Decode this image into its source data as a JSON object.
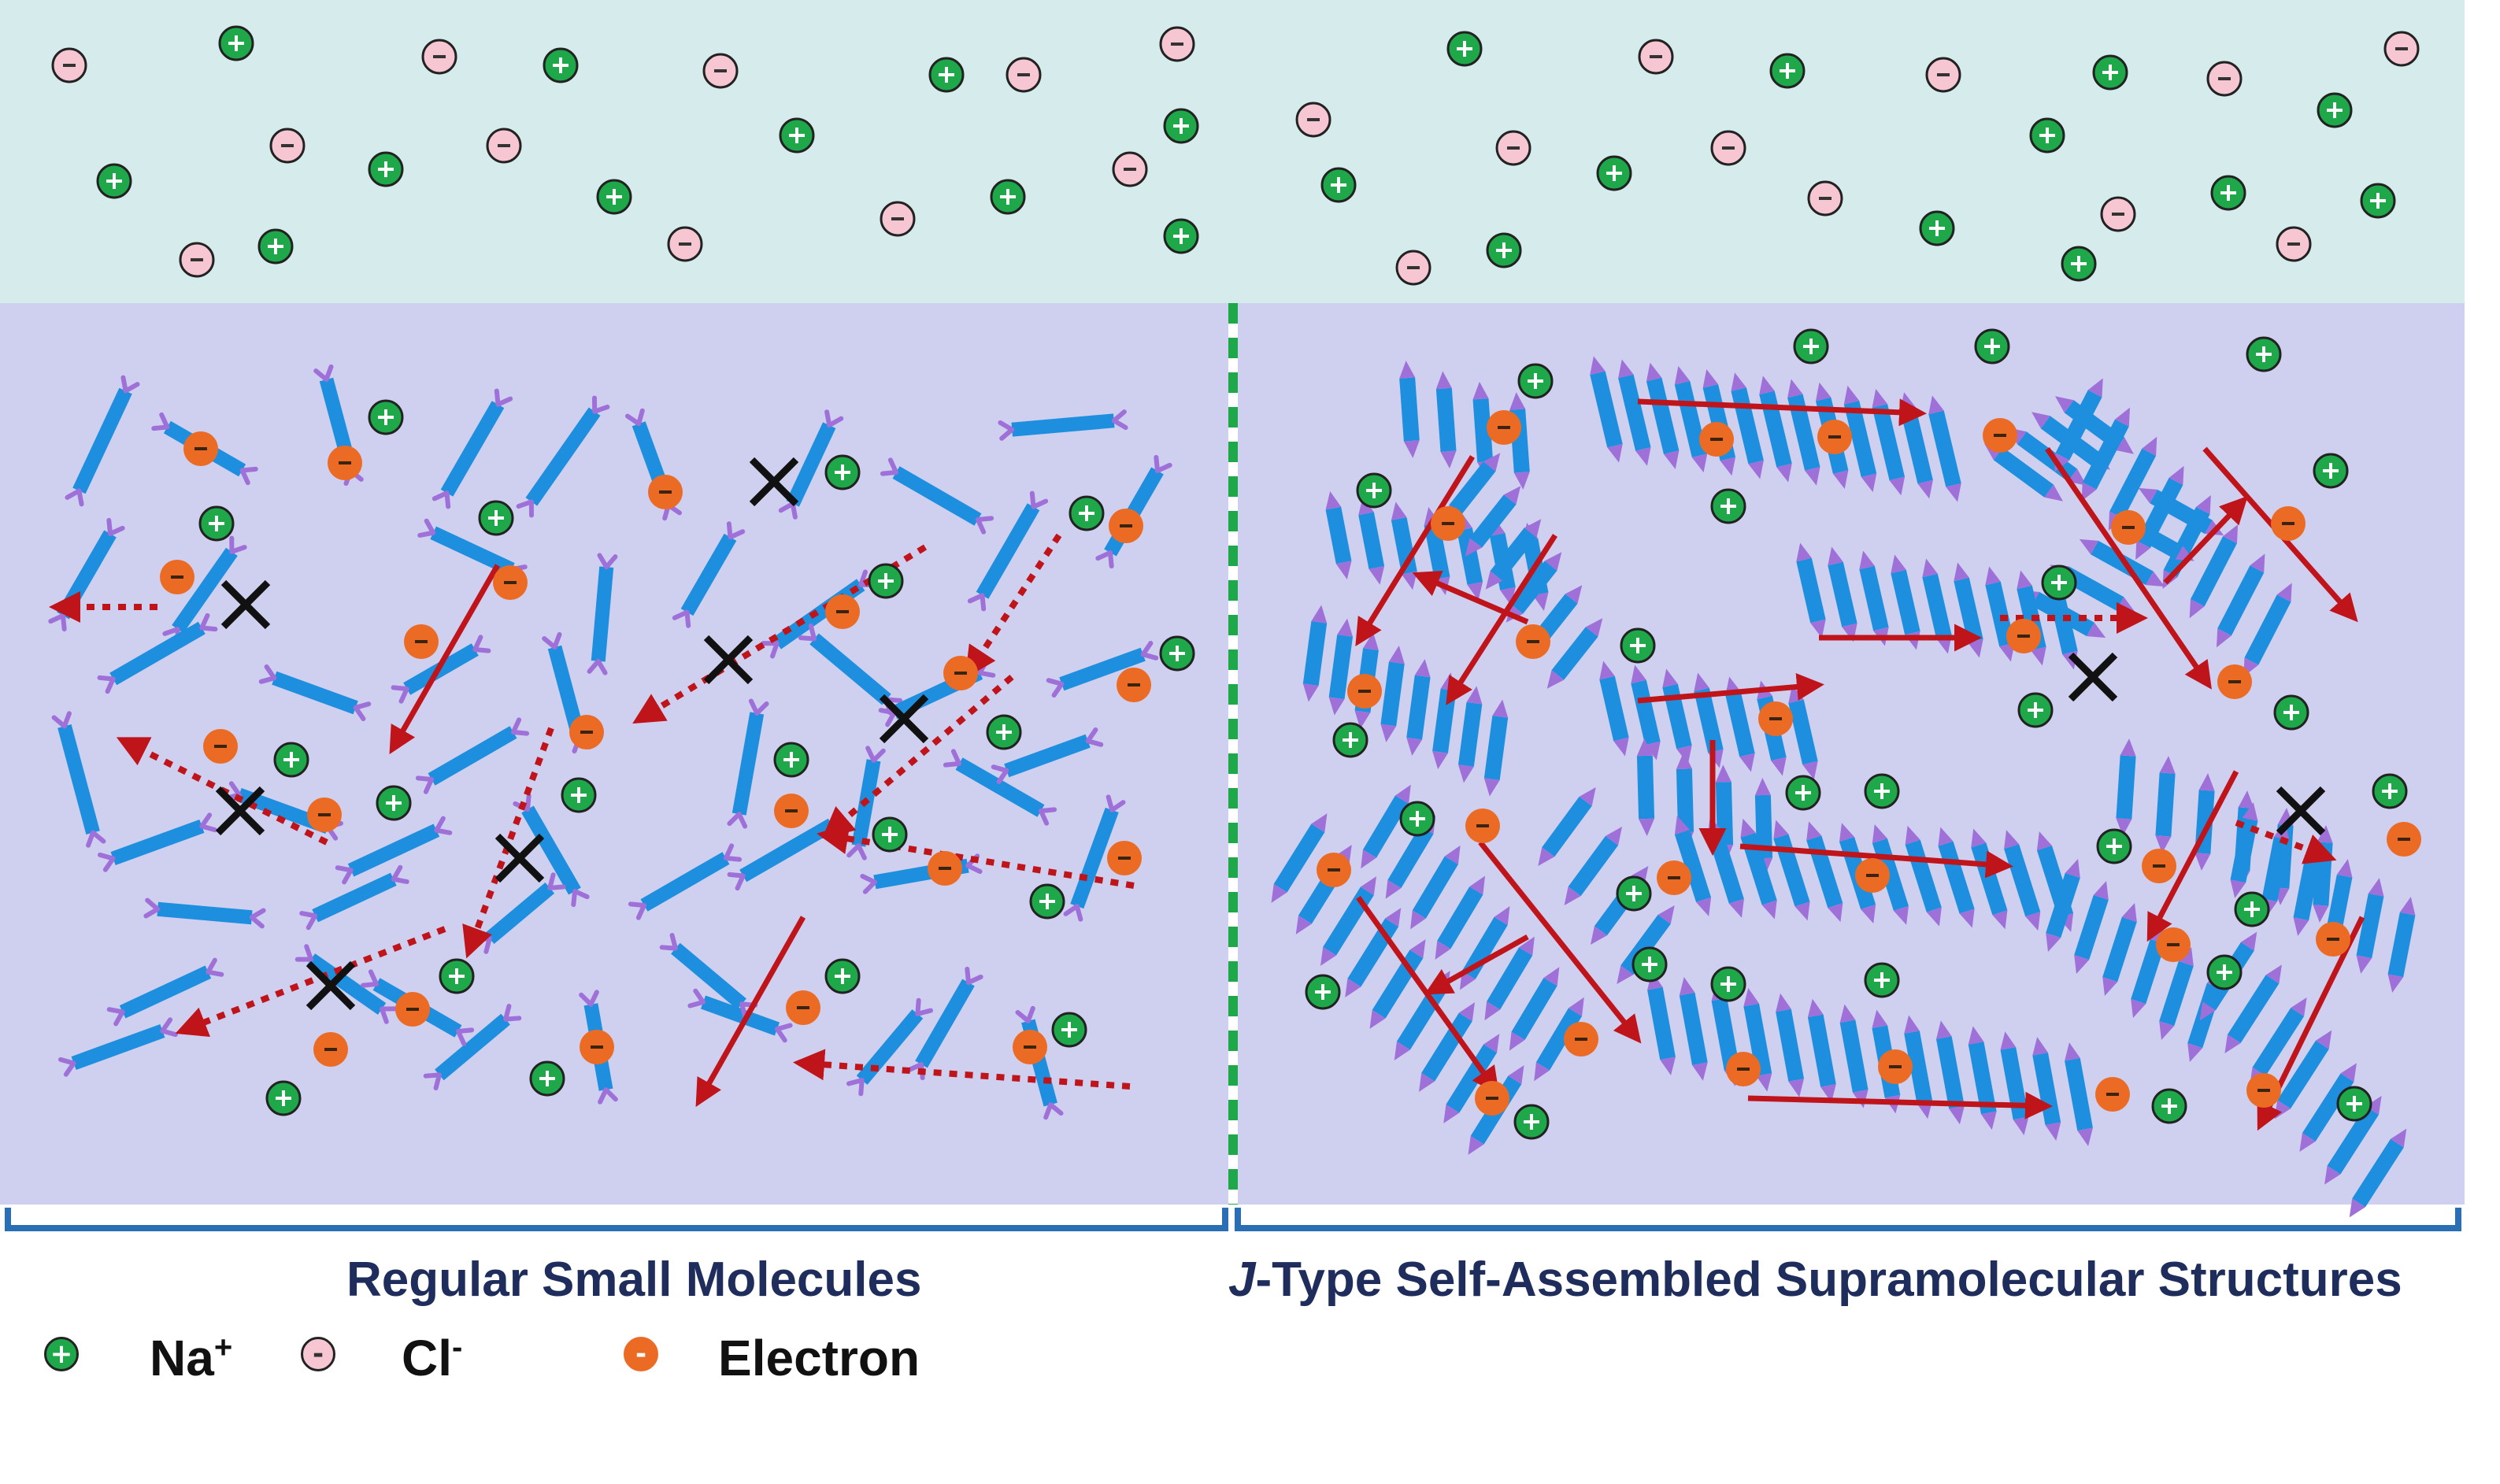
{
  "colors": {
    "solution_bg": "#d6ebec",
    "film_bg": "#cfcfef",
    "molecule_core": "#1e8fde",
    "molecule_end": "#9f71d8",
    "na_ion": "#1fa84a",
    "cl_ion": "#f6c6d3",
    "electron": "#ec6b24",
    "transport_arrow": "#c0141b",
    "divider": "#1fa84a",
    "bracket": "#2a6fb3",
    "blocked_mark": "#111111"
  },
  "panels": {
    "left": {
      "caption": "Regular Small Molecules"
    },
    "right": {
      "caption_prefix": "J",
      "caption_rest": "-Type Self-Assembled Supramolecular Structures"
    }
  },
  "legend": {
    "na": {
      "icon": "+",
      "label": "Na",
      "charge": "+"
    },
    "cl": {
      "icon": "-",
      "label": "Cl",
      "charge": "-"
    },
    "electron": {
      "icon": "-",
      "label": "Electron"
    }
  },
  "icons": [
    "plus-ion-icon",
    "minus-ion-icon",
    "electron-icon",
    "blocked-x-icon",
    "arrow-icon"
  ]
}
